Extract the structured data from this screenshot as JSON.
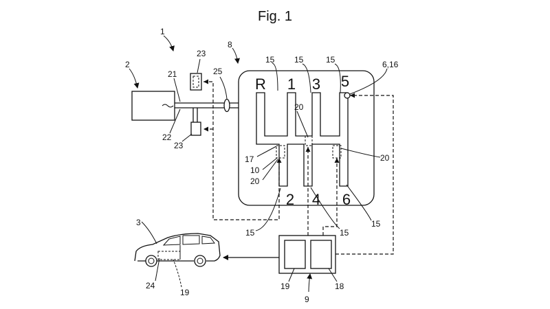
{
  "figure": {
    "title": "Fig. 1",
    "gears": [
      "R",
      "1",
      "3",
      "5",
      "2",
      "4",
      "6"
    ],
    "labels": {
      "l1": "1",
      "l2": "2",
      "l3": "3",
      "l8": "8",
      "l21": "21",
      "l22": "22",
      "l23a": "23",
      "l23b": "23",
      "l25": "25",
      "l15a": "15",
      "l15b": "15",
      "l15c": "15",
      "l15d": "15",
      "l15e": "15",
      "l15f": "15",
      "l616": "6,16",
      "l20a": "20",
      "l20b": "20",
      "l20c": "20",
      "l17": "17",
      "l10": "10",
      "l24": "24",
      "l19a": "19",
      "l19b": "19",
      "l9": "9",
      "l18": "18"
    }
  }
}
